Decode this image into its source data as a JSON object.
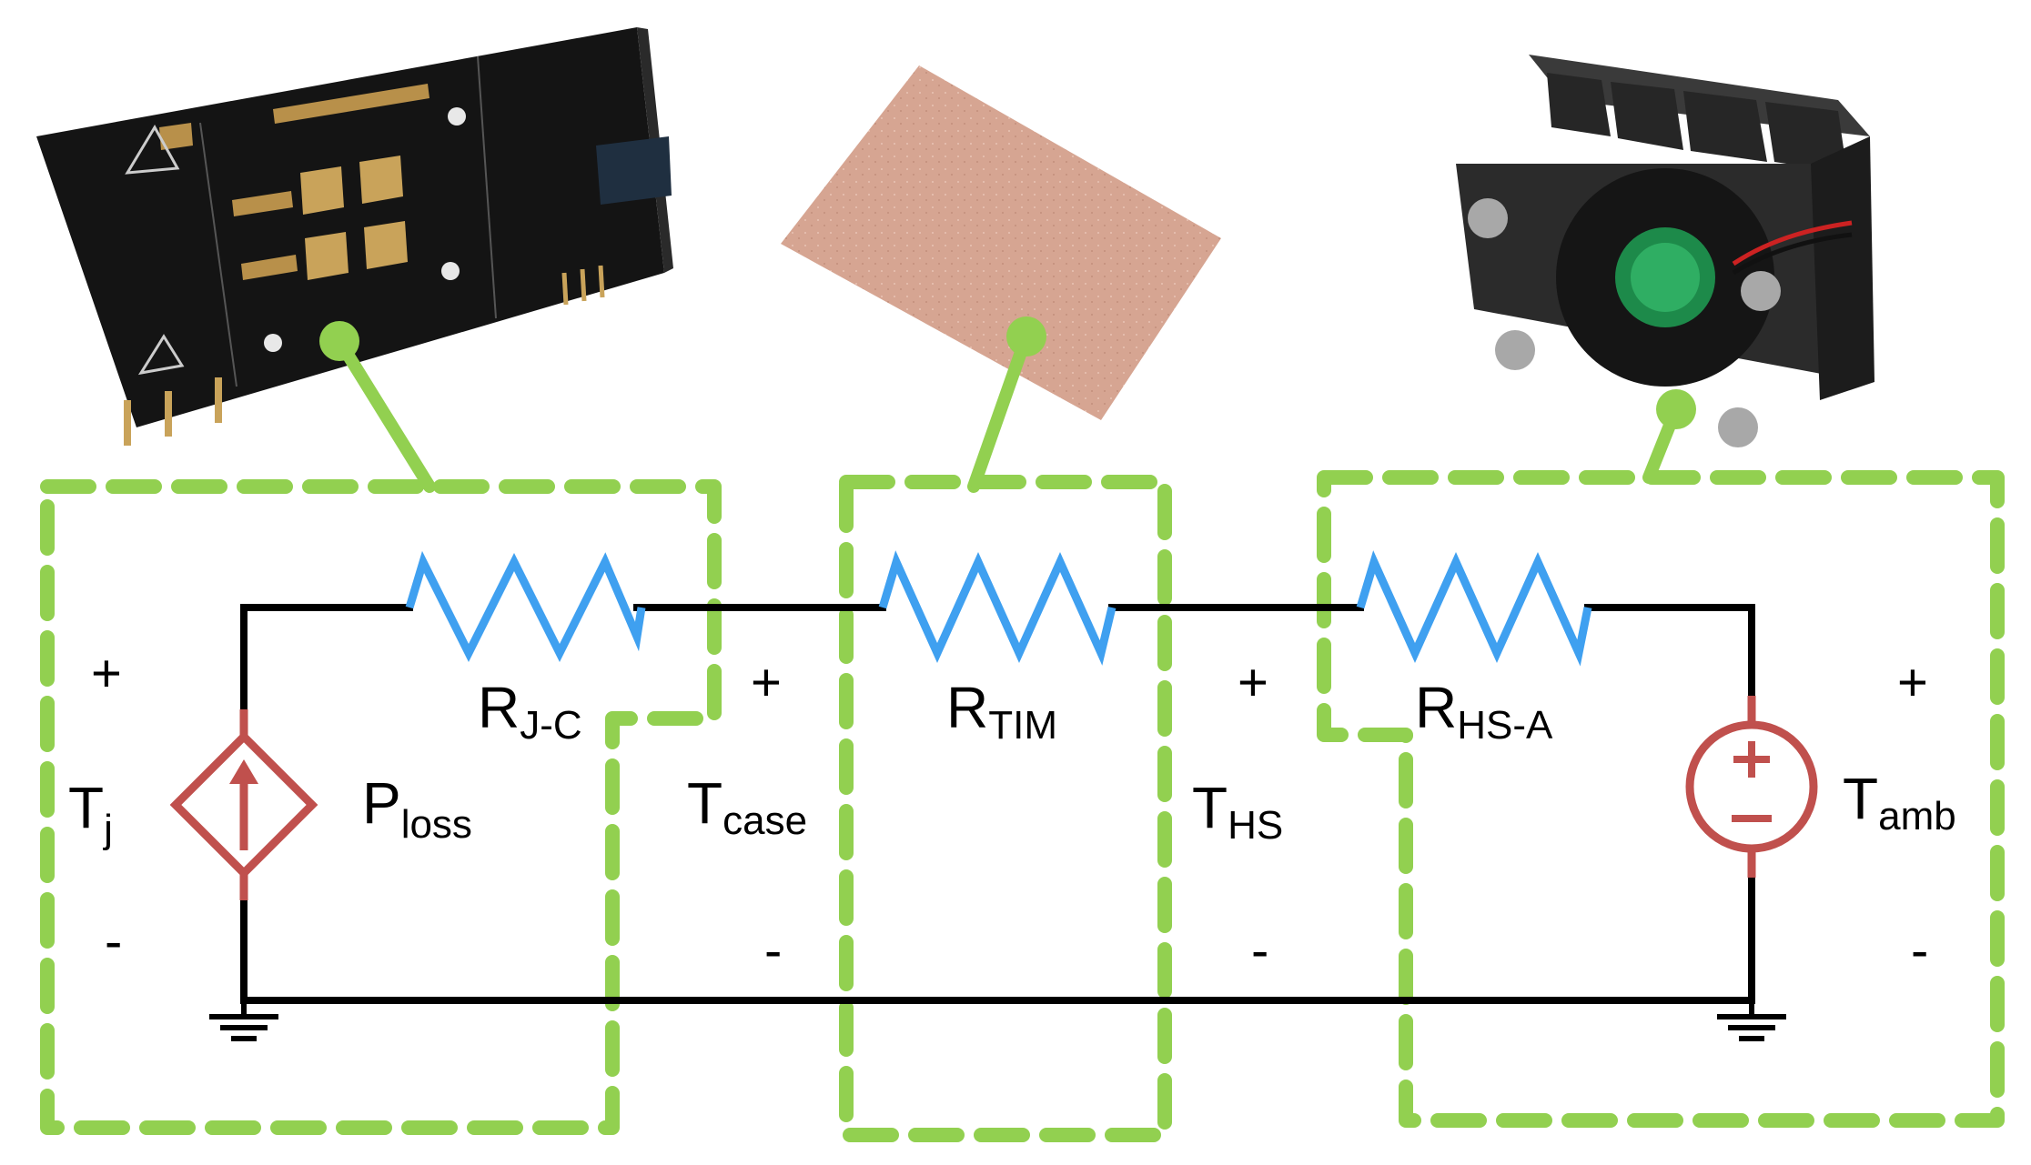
{
  "resistors": {
    "r1": {
      "main": "R",
      "sub": "J-C"
    },
    "r2": {
      "main": "R",
      "sub": "TIM"
    },
    "r3": {
      "main": "R",
      "sub": "HS-A"
    }
  },
  "source": {
    "main": "P",
    "sub": "loss"
  },
  "nodes": {
    "tj": {
      "main": "T",
      "sub": "j",
      "plus": "+",
      "minus": "-"
    },
    "tcase": {
      "main": "T",
      "sub": "case",
      "plus": "+",
      "minus": "-"
    },
    "ths": {
      "main": "T",
      "sub": "HS",
      "plus": "+",
      "minus": "-"
    },
    "tamb": {
      "main": "T",
      "sub": "amb",
      "plus": "+",
      "minus": "-"
    }
  },
  "voltage_source": {
    "plus": "+",
    "minus": "−"
  },
  "colors": {
    "dashed_box": "#92d050",
    "resistor": "#3fa0f0",
    "source": "#c0504d",
    "wire": "#000000",
    "pcb": "#1a1a1a",
    "pad": "#bf9a4a",
    "tim_pad": "#d9a999",
    "heatsink": "#2b2b2b",
    "fan_label": "#1d8a4a"
  }
}
